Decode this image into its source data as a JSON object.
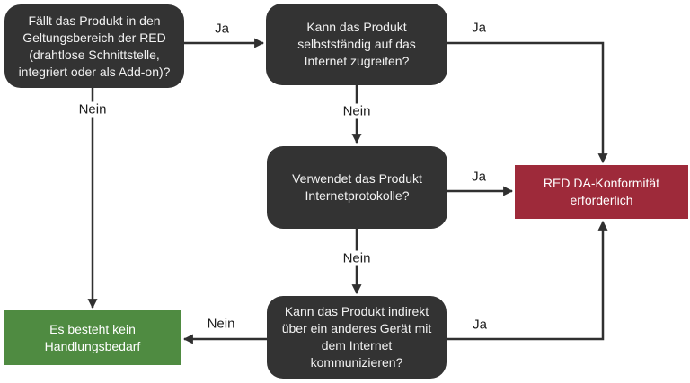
{
  "diagram": {
    "language": "de",
    "type": "flowchart",
    "nodes": {
      "q_scope": {
        "kind": "decision",
        "text": "Fällt das Produkt in den Geltungsbereich der RED (drahtlose Schnittstelle, integriert oder als Add-on)?"
      },
      "q_internet": {
        "kind": "decision",
        "text": "Kann das Produkt selbstständig auf das Internet zugreifen?"
      },
      "q_protocols": {
        "kind": "decision",
        "text": "Verwendet das Produkt Internetprotokolle?"
      },
      "q_indirect": {
        "kind": "decision",
        "text": "Kann das Produkt indirekt über ein anderes Gerät mit dem Internet kommunizieren?"
      },
      "outcome_required": {
        "kind": "outcome",
        "text": "RED DA-Konformität erforderlich",
        "fill": "#9E2A3A"
      },
      "outcome_none": {
        "kind": "outcome",
        "text": "Es besteht kein Handlungsbedarf",
        "fill": "#4F8B41"
      }
    },
    "edges": [
      {
        "from": "q_scope",
        "to": "q_internet",
        "label": "Ja"
      },
      {
        "from": "q_scope",
        "to": "outcome_none",
        "label": "Nein"
      },
      {
        "from": "q_internet",
        "to": "outcome_required",
        "label": "Ja"
      },
      {
        "from": "q_internet",
        "to": "q_protocols",
        "label": "Nein"
      },
      {
        "from": "q_protocols",
        "to": "outcome_required",
        "label": "Ja"
      },
      {
        "from": "q_protocols",
        "to": "q_indirect",
        "label": "Nein"
      },
      {
        "from": "q_indirect",
        "to": "outcome_required",
        "label": "Ja"
      },
      {
        "from": "q_indirect",
        "to": "outcome_none",
        "label": "Nein"
      }
    ],
    "colors": {
      "decision_fill": "#333333",
      "decision_text": "#F2F2F2",
      "outcome_required_fill": "#9E2A3A",
      "outcome_none_fill": "#4F8B41",
      "outcome_text": "#FFFFFF",
      "connector": "#303030",
      "label_text": "#1C1C1C",
      "background": "#FFFFFF"
    }
  }
}
